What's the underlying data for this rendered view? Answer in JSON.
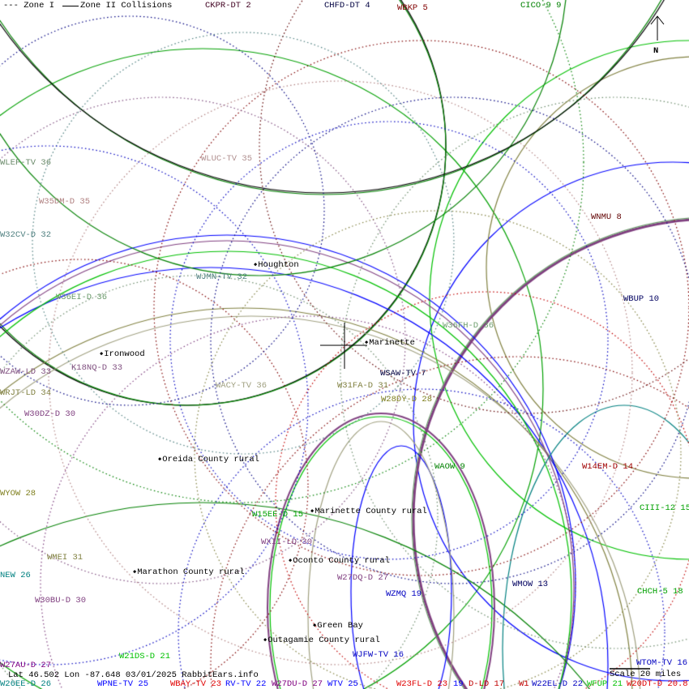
{
  "legend": {
    "zone1": "--- Zone I",
    "zone2": "Zone II Collisions"
  },
  "compass": {
    "label": "N"
  },
  "status": {
    "coords": "Lat 46.502 Lon -87.648 03/01/2025 RabbitEars.info",
    "scale": "Scale 20 miles"
  },
  "stations": [
    {
      "label": "CKPR-DT 2",
      "color": "#400020"
    },
    {
      "label": "CHFD-DT 4",
      "color": "#000040"
    },
    {
      "label": "WBKP 5",
      "color": "#800000"
    },
    {
      "label": "CICO-9 9",
      "color": "#008000"
    },
    {
      "label": "WLEF-TV 36",
      "color": "#6a8a6a"
    },
    {
      "label": "WLUC-TV 35",
      "color": "#b09090"
    },
    {
      "label": "W35DM-D 35",
      "color": "#b08080"
    },
    {
      "label": "W32CV-D 32",
      "color": "#508080"
    },
    {
      "label": "WJMN-TV 32",
      "color": "#508080"
    },
    {
      "label": "W36EI-D 36",
      "color": "#6a9a6a"
    },
    {
      "label": "K18NQ-D 33",
      "color": "#805080"
    },
    {
      "label": "WZAW-LD 33",
      "color": "#805080"
    },
    {
      "label": "WRJT-LD 34",
      "color": "#808040"
    },
    {
      "label": "W30DZ-D 30",
      "color": "#804080"
    },
    {
      "label": "WACY-TV 36",
      "color": "#a0a080"
    },
    {
      "label": "W36FH-D 36",
      "color": "#70a070"
    },
    {
      "label": "WSAW-TV 7",
      "color": "#000040"
    },
    {
      "label": "W31FA-D 31",
      "color": "#808040"
    },
    {
      "label": "W28DY-D 28",
      "color": "#808020"
    },
    {
      "label": "WNMU 8",
      "color": "#600000"
    },
    {
      "label": "WBUP 10",
      "color": "#000060"
    },
    {
      "label": "W14EM-D 14",
      "color": "#a00000"
    },
    {
      "label": "WAOW 9",
      "color": "#008000"
    },
    {
      "label": "CIII-12 15",
      "color": "#00a000"
    },
    {
      "label": "W15EE-D 15",
      "color": "#00a000"
    },
    {
      "label": "WYOW 28",
      "color": "#808020"
    },
    {
      "label": "WXII-LD 30",
      "color": "#804080"
    },
    {
      "label": "WMEI 31",
      "color": "#808040"
    },
    {
      "label": "NEW 26",
      "color": "#008080"
    },
    {
      "label": "W27DQ-D 27",
      "color": "#804080"
    },
    {
      "label": "WMOW 13",
      "color": "#000060"
    },
    {
      "label": "CHCH-5 18",
      "color": "#00a000"
    },
    {
      "label": "W30BU-D 30",
      "color": "#804080"
    },
    {
      "label": "WZMQ 19",
      "color": "#0000c0"
    },
    {
      "label": "WJFW-TV 16",
      "color": "#0000c0"
    },
    {
      "label": "W21DS-D 21",
      "color": "#00c000"
    },
    {
      "label": "W27AU-D 27",
      "color": "#800080"
    },
    {
      "label": "WTOM-TV 16",
      "color": "#0000c0"
    },
    {
      "label": "W26EE-D 26",
      "color": "#008080"
    },
    {
      "label": "WPNE-TV 25",
      "color": "#0000ff"
    },
    {
      "label": "WBAY-TV 23",
      "color": "#e00000"
    },
    {
      "label": "RV-TV 22",
      "color": "#0000ff"
    },
    {
      "label": "W27DU-D 27",
      "color": "#800080"
    },
    {
      "label": "WTV 25",
      "color": "#0000ff"
    },
    {
      "label": "W23FL-D 23",
      "color": "#e00000"
    },
    {
      "label": "19",
      "color": "#0000ff"
    },
    {
      "label": "D-LD 17",
      "color": "#c00000"
    },
    {
      "label": "W1",
      "color": "#c00000"
    },
    {
      "label": "W22EL-D 22",
      "color": "#0000c0"
    },
    {
      "label": "WFUP 21",
      "color": "#00c000"
    },
    {
      "label": "W20DT-D 20.8",
      "color": "#e00000"
    }
  ],
  "places": [
    "Houghton",
    "Ironwood",
    "Marinette",
    "Oreida County rural",
    "Marinette County rural",
    "Oconto County rural",
    "Marathon County rural",
    "Green Bay",
    "Outagamie County rural"
  ]
}
